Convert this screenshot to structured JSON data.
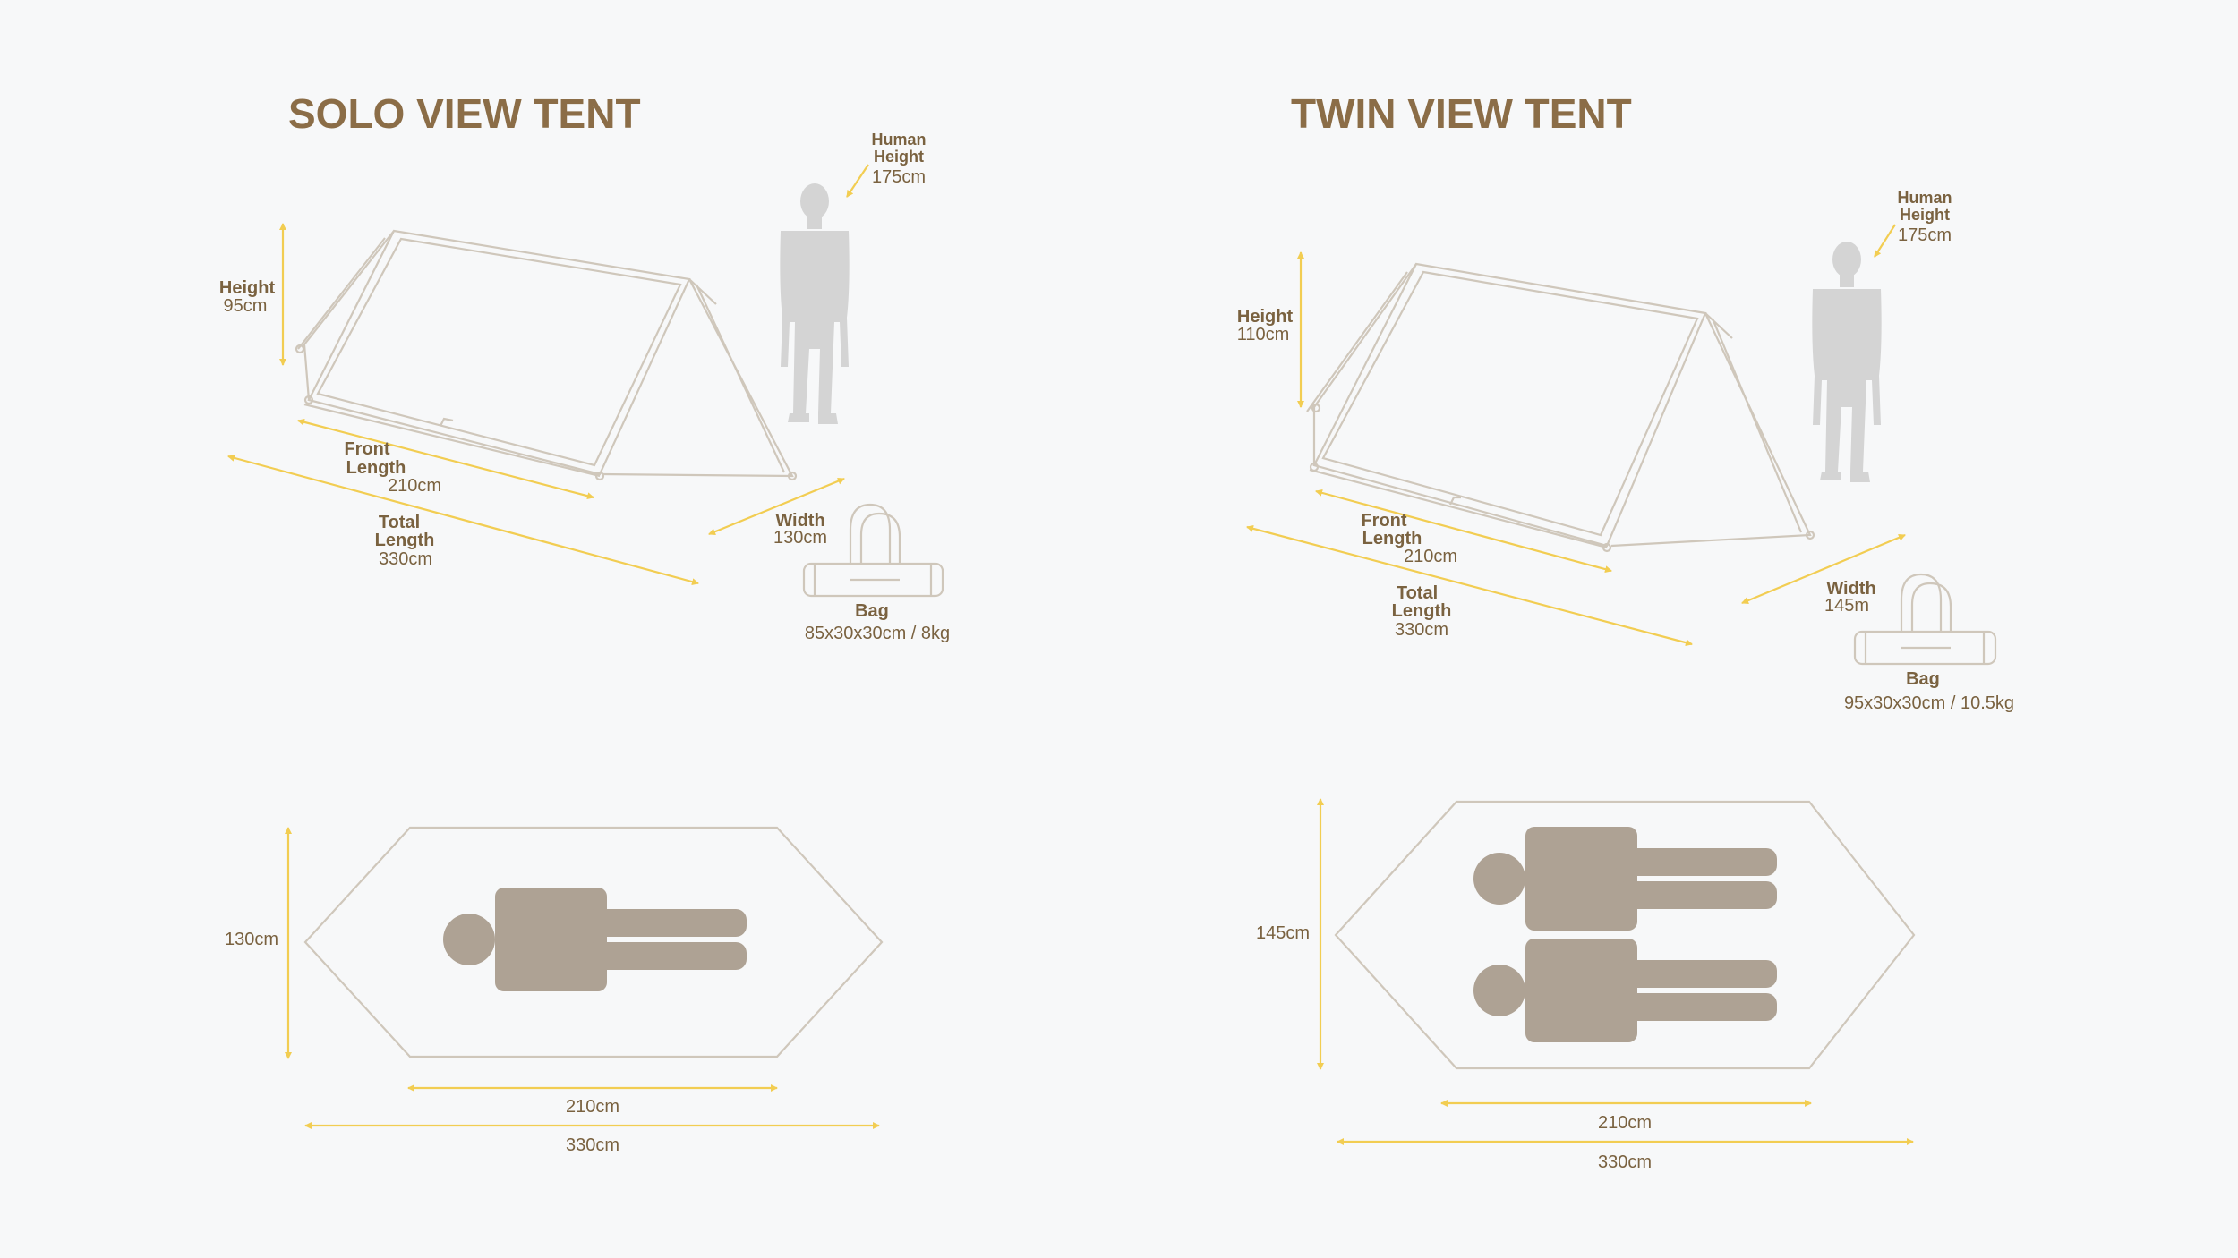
{
  "colors": {
    "background": "#f7f8f9",
    "title": "#8b6d47",
    "label": "#7a6240",
    "arrow": "#f2cd52",
    "outline": "#cfc7bb",
    "silhouette": "#d4d4d4",
    "person_top": "#aea294"
  },
  "solo": {
    "title": "SOLO VIEW TENT",
    "height": {
      "label": "Height",
      "value": "95cm"
    },
    "human": {
      "line1": "Human",
      "line2": "Height",
      "value": "175cm"
    },
    "front_length": {
      "line1": "Front",
      "line2": "Length",
      "value": "210cm"
    },
    "total_length": {
      "line1": "Total",
      "line2": "Length",
      "value": "330cm"
    },
    "width": {
      "label": "Width",
      "value": "130cm"
    },
    "bag": {
      "label": "Bag",
      "value": "85x30x30cm / 8kg"
    },
    "plan": {
      "width": "130cm",
      "inner_length": "210cm",
      "total_length": "330cm"
    }
  },
  "twin": {
    "title": "TWIN VIEW TENT",
    "height": {
      "label": "Height",
      "value": "110cm"
    },
    "human": {
      "line1": "Human",
      "line2": "Height",
      "value": "175cm"
    },
    "front_length": {
      "line1": "Front",
      "line2": "Length",
      "value": "210cm"
    },
    "total_length": {
      "line1": "Total",
      "line2": "Length",
      "value": "330cm"
    },
    "width": {
      "label": "Width",
      "value": "145m"
    },
    "bag": {
      "label": "Bag",
      "value": "95x30x30cm / 10.5kg"
    },
    "plan": {
      "width": "145cm",
      "inner_length": "210cm",
      "total_length": "330cm"
    }
  }
}
